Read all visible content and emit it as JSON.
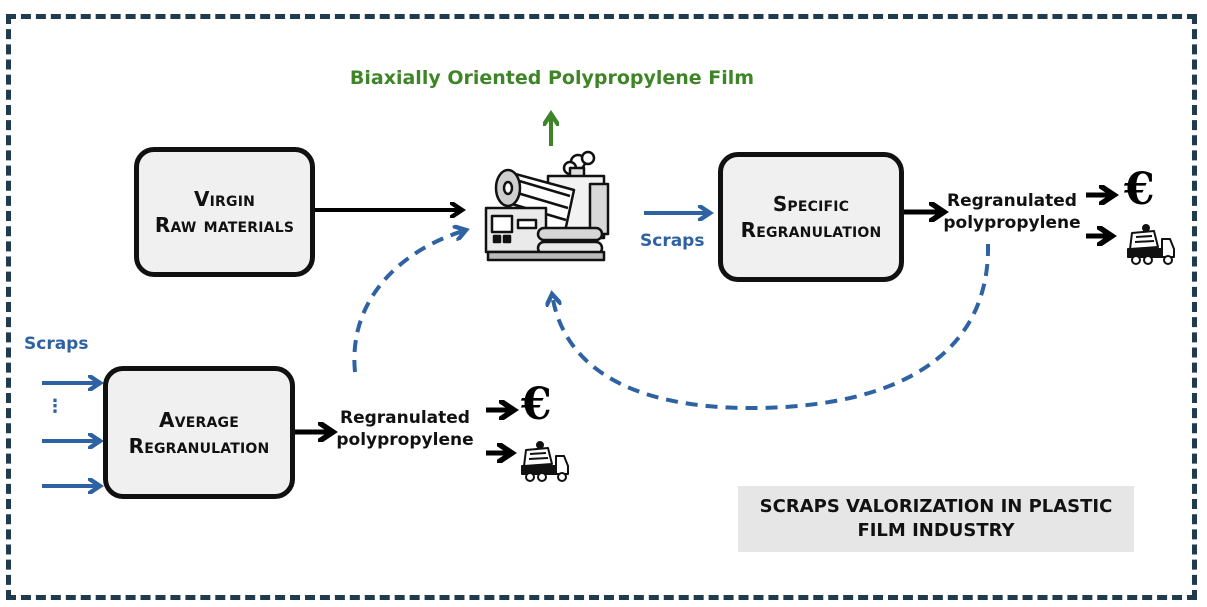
{
  "diagram": {
    "output_product": "Biaxially Oriented Polypropylene Film",
    "virgin_box": {
      "line1": "Virgin",
      "line2": "Raw materials"
    },
    "specific_box": {
      "line1": "Specific",
      "line2": "Regranulation"
    },
    "average_box": {
      "line1": "Average",
      "line2": "Regranulation"
    },
    "scraps_left": "Scraps",
    "scraps_middle": "Scraps",
    "scraps_dots": "⋮",
    "regran_right": {
      "line1": "Regranulated",
      "line2": "polypropylene"
    },
    "regran_bottom": {
      "line1": "Regranulated",
      "line2": "polypropylene"
    },
    "euro_symbol": "€",
    "title": {
      "line1": "SCRAPS VALORIZATION IN PLASTIC",
      "line2": "FILM INDUSTRY"
    },
    "icons": [
      "film-machine-icon",
      "euro-icon",
      "dump-truck-icon"
    ],
    "colors": {
      "blue": "#2f62a2",
      "green": "#3f8528",
      "frame": "#1f3b4d",
      "box_fill": "#f0f0f0"
    }
  }
}
